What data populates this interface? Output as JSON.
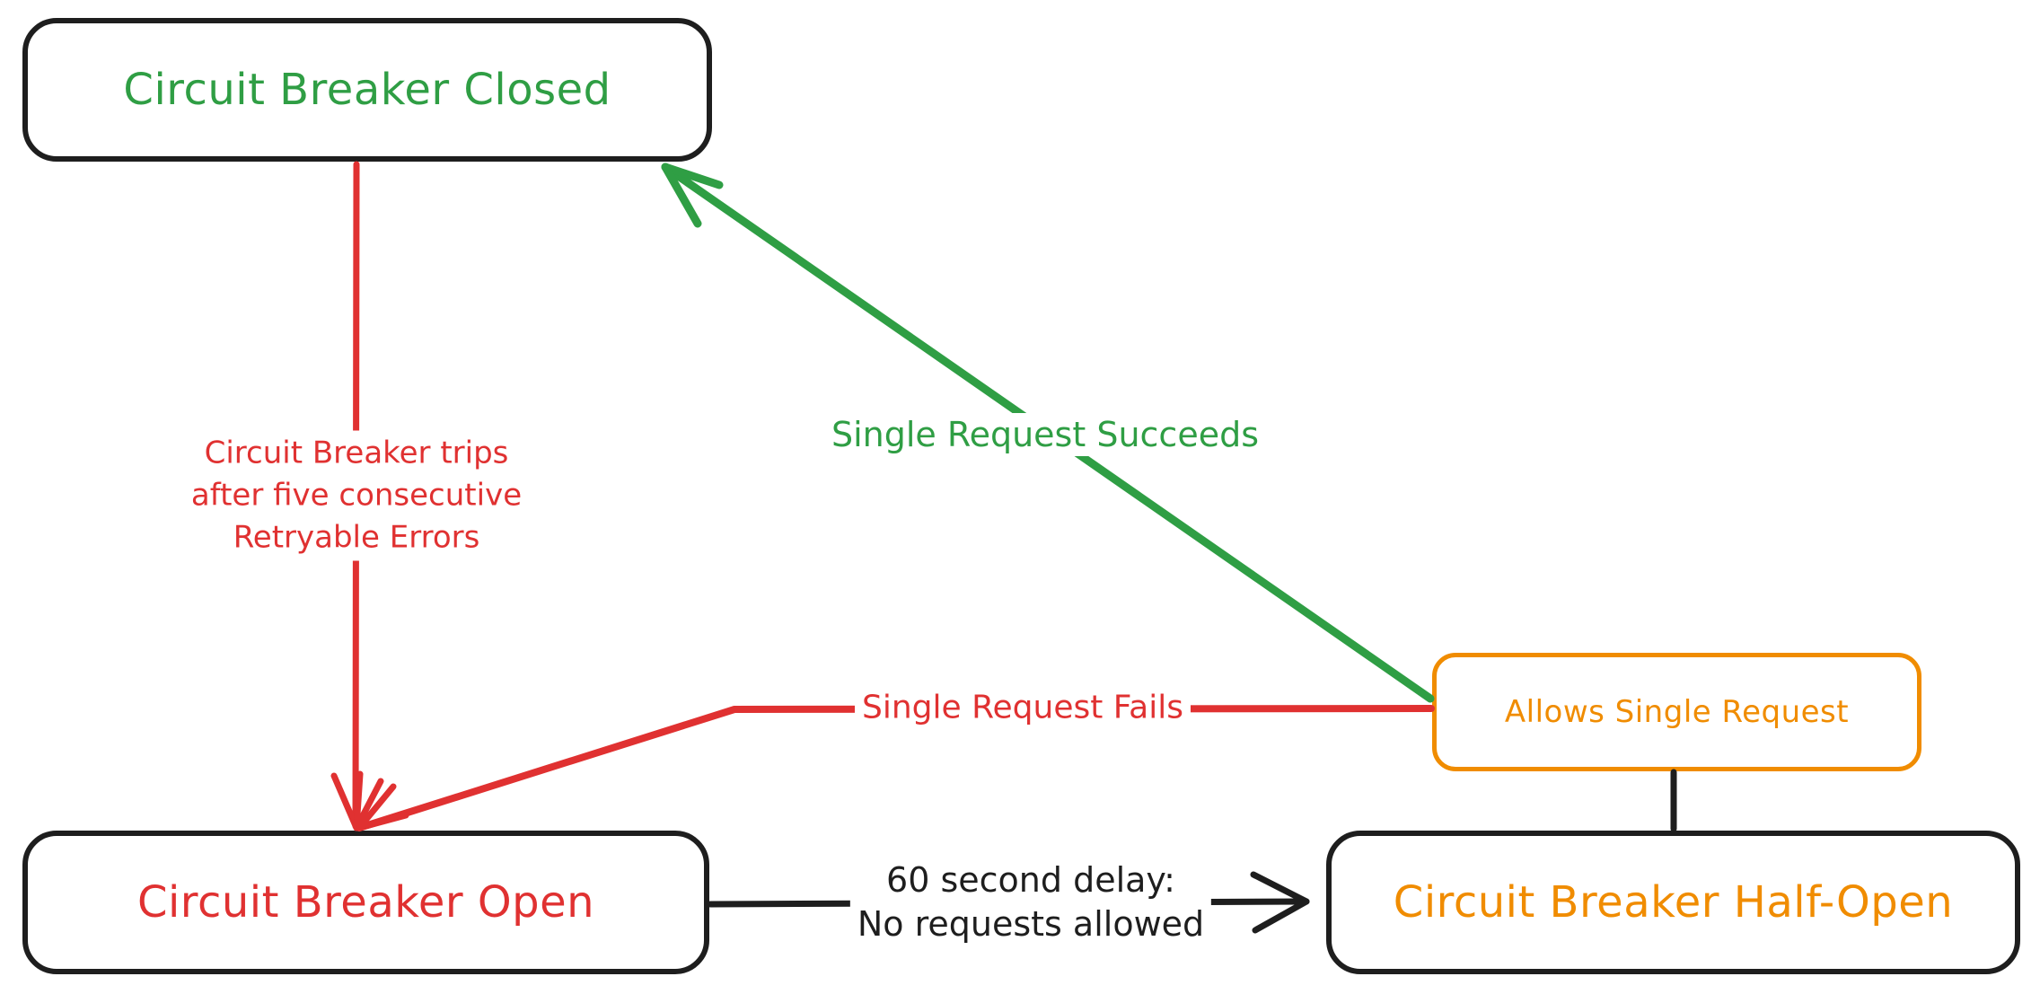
{
  "colors": {
    "green": "#2f9e44",
    "red": "#e03131",
    "orange": "#f08c00",
    "ink": "#1e1e1e",
    "background": "#ffffff"
  },
  "nodes": {
    "closed": {
      "label": "Circuit Breaker Closed",
      "text_color": "#2f9e44",
      "border_color": "#1e1e1e"
    },
    "open": {
      "label": "Circuit Breaker Open",
      "text_color": "#e03131",
      "border_color": "#1e1e1e"
    },
    "half_open": {
      "label": "Circuit Breaker Half-Open",
      "text_color": "#f08c00",
      "border_color": "#1e1e1e"
    },
    "allows_single_request": {
      "label": "Allows Single Request",
      "text_color": "#f08c00",
      "border_color": "#f08c00"
    }
  },
  "edges": {
    "trip": {
      "from": "closed",
      "to": "open",
      "color": "#e03131",
      "label_lines": [
        "Circuit Breaker trips",
        "after five consecutive",
        "Retryable Errors"
      ]
    },
    "single_request_succeeds": {
      "from": "allows_single_request",
      "to": "closed",
      "color": "#2f9e44",
      "label": "Single Request Succeeds"
    },
    "single_request_fails": {
      "from": "allows_single_request",
      "to": "open",
      "color": "#e03131",
      "label": "Single Request Fails"
    },
    "delay": {
      "from": "open",
      "to": "half_open",
      "color": "#1e1e1e",
      "label_lines": [
        "60 second delay:",
        "No requests allowed"
      ]
    },
    "half_open_to_allows": {
      "from": "half_open",
      "to": "allows_single_request",
      "color": "#1e1e1e",
      "label": ""
    }
  }
}
